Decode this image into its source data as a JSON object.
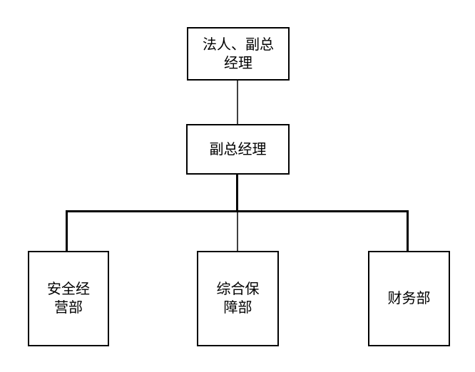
{
  "diagram": {
    "type": "org-chart",
    "background_color": "#ffffff",
    "box_border_color": "#000000",
    "text_color": "#000000",
    "connector_thick_color": "#000000",
    "connector_thin_color": "#3f3f3f",
    "nodes": [
      {
        "id": "legal-deputy-gm",
        "label": "法人、副总经理",
        "text": "法人、副总\n经理",
        "level": 1
      },
      {
        "id": "deputy-gm",
        "label": "副总经理",
        "text": "副总经理",
        "level": 2
      },
      {
        "id": "safety-operations-dept",
        "label": "安全经营部",
        "text": "安全经\n营部",
        "level": 3
      },
      {
        "id": "general-support-dept",
        "label": "综合保障部",
        "text": "综合保\n障部",
        "level": 3
      },
      {
        "id": "finance-dept",
        "label": "财务部",
        "text": "财务部",
        "level": 3
      }
    ],
    "edges": [
      {
        "from": "legal-deputy-gm",
        "to": "deputy-gm"
      },
      {
        "from": "deputy-gm",
        "to": "safety-operations-dept"
      },
      {
        "from": "deputy-gm",
        "to": "general-support-dept"
      },
      {
        "from": "deputy-gm",
        "to": "finance-dept"
      }
    ]
  }
}
